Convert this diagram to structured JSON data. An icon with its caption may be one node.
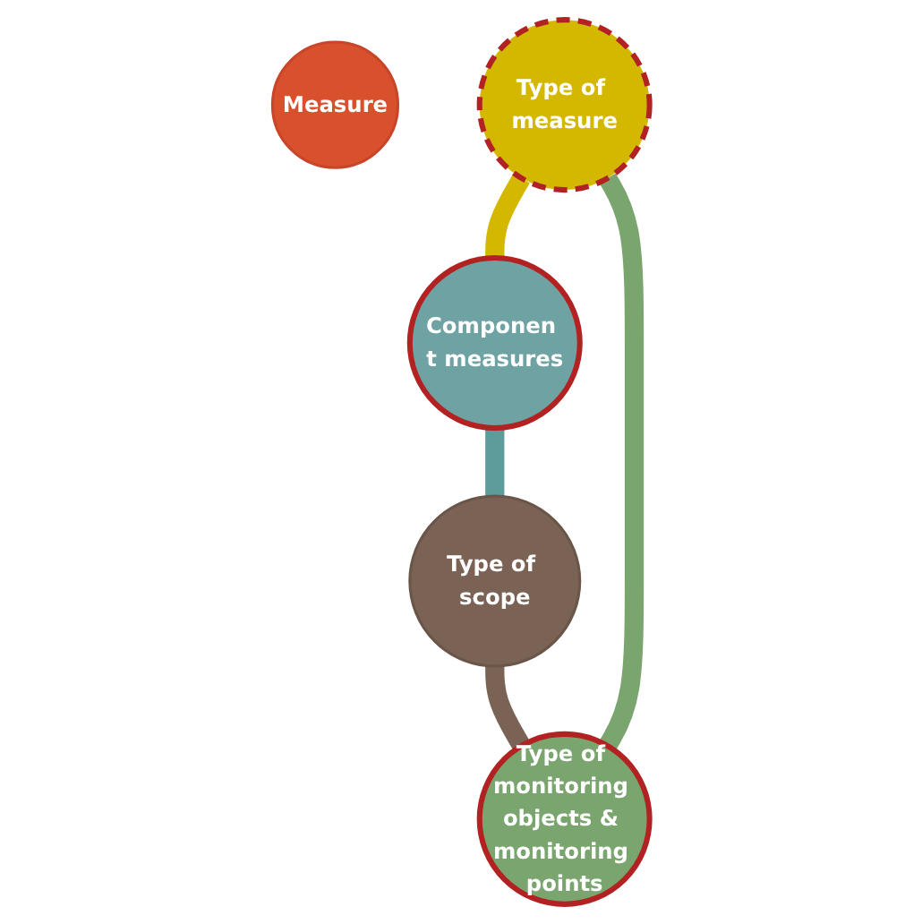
{
  "diagram": {
    "nodes": [
      {
        "text": [
          "Measure"
        ]
      },
      {
        "text": [
          "Type of measure"
        ]
      },
      {
        "text": [
          "Componen t measures"
        ]
      },
      {
        "text": [
          "Type of scope"
        ]
      },
      {
        "text": [
          "Type of monitoring objects & monitoring points"
        ]
      }
    ],
    "edges": [
      {
        "from": 1,
        "to": 2,
        "arrow": "none",
        "color": "#d4b800"
      },
      {
        "from": 2,
        "to": 3,
        "arrow": "none",
        "color": "#5e9b9b"
      },
      {
        "from": 3,
        "to": 4,
        "arrow": "none",
        "color": "#7a6355"
      },
      {
        "from": 4,
        "to": 1,
        "arrow": "none",
        "color": "#7aa56f"
      }
    ]
  }
}
